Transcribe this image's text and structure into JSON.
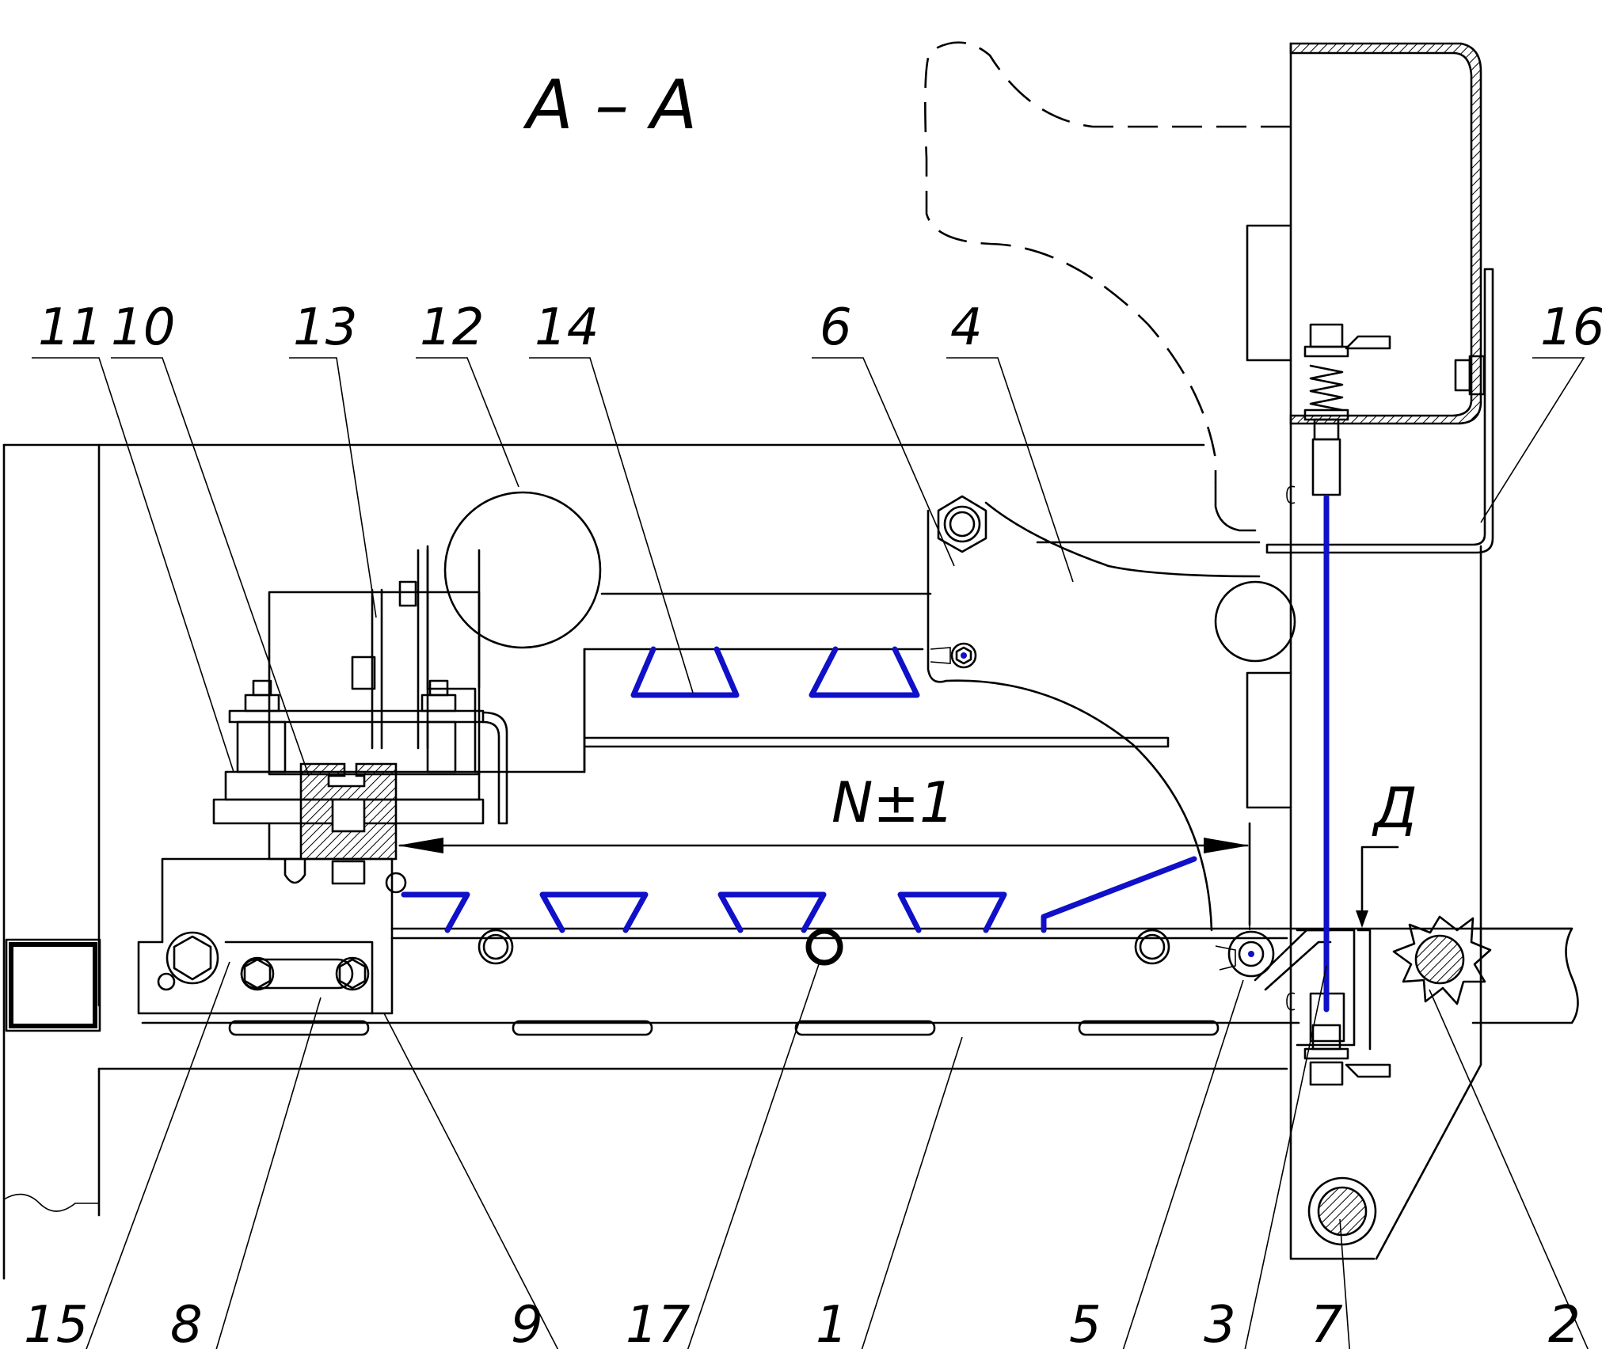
{
  "section_title": "A – A",
  "dimension_label": "N±1",
  "detail_label": "Д",
  "callouts": {
    "c11": "11",
    "c10": "10",
    "c13": "13",
    "c12": "12",
    "c14": "14",
    "c6": "6",
    "c4": "4",
    "c16": "16",
    "c15": "15",
    "c8": "8",
    "c9": "9",
    "c17": "17",
    "c1": "1",
    "c5": "5",
    "c3": "3",
    "c7": "7",
    "c2": "2"
  },
  "colors": {
    "lines": "#000000",
    "highlight": "#1010c8"
  }
}
